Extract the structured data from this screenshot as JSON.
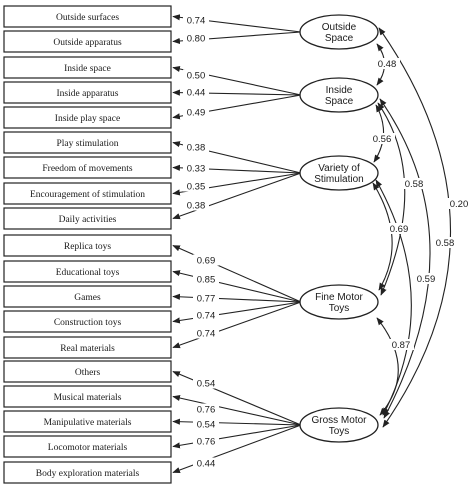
{
  "observed": [
    "Outside surfaces",
    "Outside apparatus",
    "Inside space",
    "Inside apparatus",
    "Inside play space",
    "Play stimulation",
    "Freedom of movements",
    "Encouragement of stimulation",
    "Daily activities",
    "Replica toys",
    "Educational toys",
    "Games",
    "Construction toys",
    "Real materials",
    "Others",
    "Musical materials",
    "Manipulative materials",
    "Locomotor materials",
    "Body exploration materials"
  ],
  "latent": [
    {
      "lines": [
        "Outside",
        "Space"
      ]
    },
    {
      "lines": [
        "Inside",
        "Space"
      ]
    },
    {
      "lines": [
        "Variety of",
        "Stimulation"
      ]
    },
    {
      "lines": [
        "Fine Motor",
        "Toys"
      ]
    },
    {
      "lines": [
        "Gross Motor",
        "Toys"
      ]
    }
  ],
  "loadings": [
    {
      "factor": 0,
      "item": 0,
      "value": "0.74"
    },
    {
      "factor": 0,
      "item": 1,
      "value": "0.80"
    },
    {
      "factor": 1,
      "item": 2,
      "value": "0.50"
    },
    {
      "factor": 1,
      "item": 3,
      "value": "0.44"
    },
    {
      "factor": 1,
      "item": 4,
      "value": "0.49"
    },
    {
      "factor": 2,
      "item": 5,
      "value": "0.38"
    },
    {
      "factor": 2,
      "item": 6,
      "value": "0.33"
    },
    {
      "factor": 2,
      "item": 7,
      "value": "0.35"
    },
    {
      "factor": 2,
      "item": 8,
      "value": "0.38"
    },
    {
      "factor": 3,
      "item": 9,
      "value": "0.69"
    },
    {
      "factor": 3,
      "item": 10,
      "value": "0.85"
    },
    {
      "factor": 3,
      "item": 11,
      "value": "0.77"
    },
    {
      "factor": 3,
      "item": 12,
      "value": "0.74"
    },
    {
      "factor": 3,
      "item": 13,
      "value": "0.74"
    },
    {
      "factor": 4,
      "item": 14,
      "value": "0.54"
    },
    {
      "factor": 4,
      "item": 15,
      "value": "0.76"
    },
    {
      "factor": 4,
      "item": 16,
      "value": "0.54"
    },
    {
      "factor": 4,
      "item": 17,
      "value": "0.76"
    },
    {
      "factor": 4,
      "item": 18,
      "value": "0.44"
    }
  ],
  "correlations": [
    {
      "from": 0,
      "to": 1,
      "value": "0.48"
    },
    {
      "from": 1,
      "to": 2,
      "value": "0.56"
    },
    {
      "from": 1,
      "to": 3,
      "value": "0.58"
    },
    {
      "from": 2,
      "to": 3,
      "value": "0.69"
    },
    {
      "from": 1,
      "to": 4,
      "value": "0.58"
    },
    {
      "from": 2,
      "to": 4,
      "value": "0.59"
    },
    {
      "from": 3,
      "to": 4,
      "value": "0.87"
    },
    {
      "from": 0,
      "to": 4,
      "value": "0.20"
    }
  ]
}
